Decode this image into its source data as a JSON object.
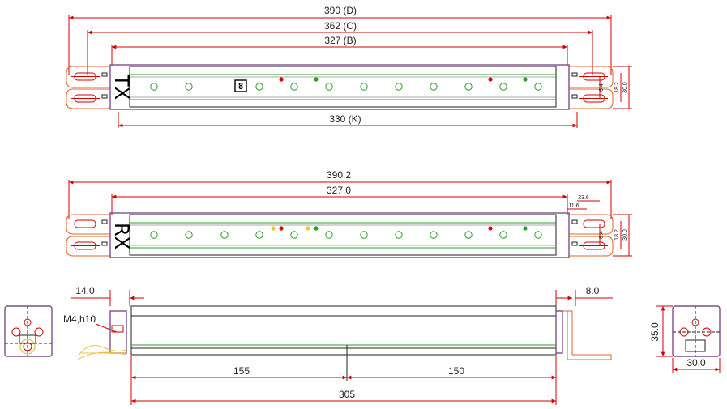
{
  "tx": {
    "label": "TX",
    "dim_d": "390 (D)",
    "dim_c": "362 (C)",
    "dim_b": "327 (B)",
    "dim_k": "330 (K)",
    "dim_right": [
      "6.4",
      "18.2",
      "30.0"
    ],
    "display_glyph": "8"
  },
  "rx": {
    "label": "RX",
    "dim_total": "390.2",
    "dim_inner": "327.0",
    "dim_top_right": [
      "23.6",
      "11.6"
    ],
    "dim_right": [
      "6.4",
      "18.2",
      "30.0"
    ]
  },
  "side_view": {
    "left_offset": "14.0",
    "right_offset": "8.0",
    "thread_label": "M4,h10",
    "seg_left": "155",
    "seg_right": "150",
    "total": "305"
  },
  "end_view": {
    "height": "35.0",
    "width": "30.0"
  },
  "colors": {
    "dimension": "#d40000",
    "bracket": "#e2632a",
    "housing": "#7a4f8c",
    "led_green": "#2aa02a",
    "led_red": "#e00000",
    "led_yellow": "#e8d020"
  }
}
